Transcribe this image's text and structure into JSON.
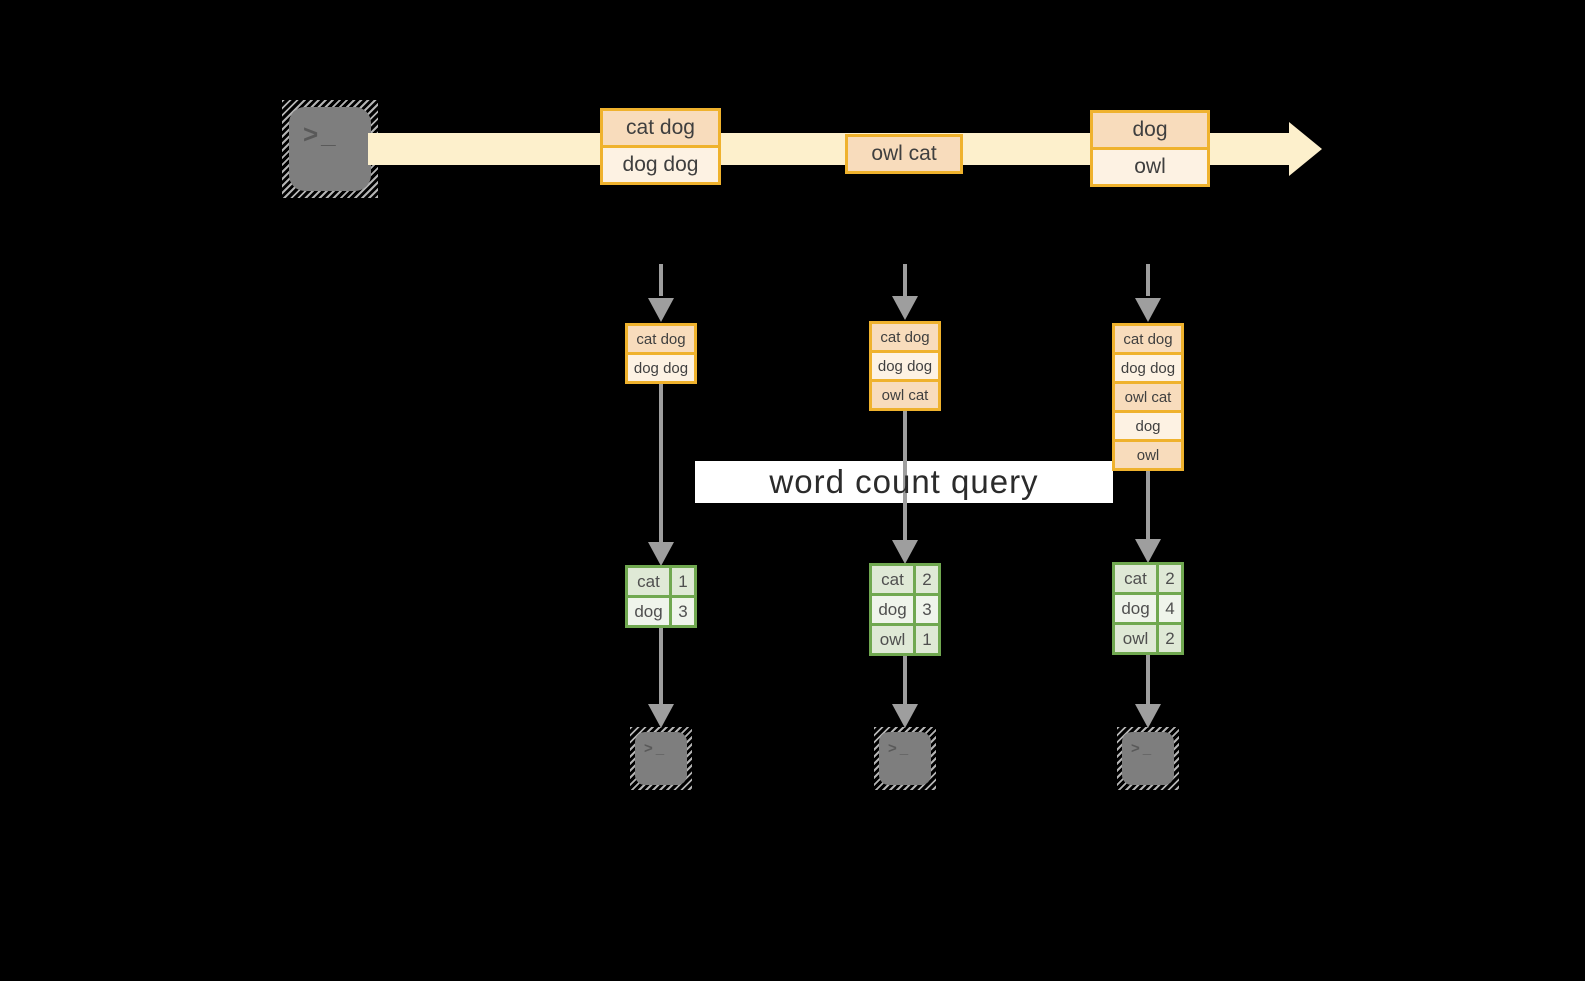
{
  "diagram": {
    "query_label": "word count query",
    "stream": {
      "events": [
        {
          "lines": [
            "cat dog",
            "dog dog"
          ]
        },
        {
          "lines": [
            "owl cat"
          ]
        },
        {
          "lines": [
            "dog",
            "owl"
          ]
        }
      ]
    },
    "columns": [
      {
        "batch": [
          "cat dog",
          "dog dog"
        ],
        "counts": [
          {
            "word": "cat",
            "count": "1"
          },
          {
            "word": "dog",
            "count": "3"
          }
        ]
      },
      {
        "batch": [
          "cat dog",
          "dog dog",
          "owl cat"
        ],
        "counts": [
          {
            "word": "cat",
            "count": "2"
          },
          {
            "word": "dog",
            "count": "3"
          },
          {
            "word": "owl",
            "count": "1"
          }
        ]
      },
      {
        "batch": [
          "cat dog",
          "dog dog",
          "owl cat",
          "dog",
          "owl"
        ],
        "counts": [
          {
            "word": "cat",
            "count": "2"
          },
          {
            "word": "dog",
            "count": "4"
          },
          {
            "word": "owl",
            "count": "2"
          }
        ]
      }
    ],
    "icons": {
      "terminal_prompt": ">_"
    },
    "colors": {
      "background": "#000000",
      "stream_band": "#fdf0cc",
      "event_fill_dark": "#f8dcbc",
      "event_fill_light": "#fdf2e3",
      "event_border": "#efb22d",
      "table_border": "#70a850",
      "table_fill_dark": "#dfe9d6",
      "table_fill_light": "#eff4eb",
      "arrow_gray": "#9e9e9e",
      "terminal_gray": "#7e7e7e",
      "label_background": "#ffffff",
      "text": "#3f3f3f"
    }
  }
}
